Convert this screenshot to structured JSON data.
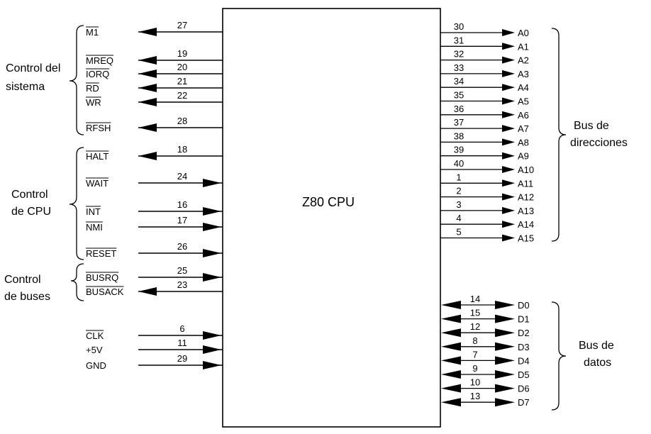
{
  "cpu_label": "Z80 CPU",
  "groups": {
    "system": [
      "Control del",
      "sistema"
    ],
    "cpu": [
      "Control",
      "de CPU"
    ],
    "buses": [
      "Control",
      "de buses"
    ],
    "address": [
      "Bus de",
      "direcciones"
    ],
    "data": [
      "Bus de",
      "datos"
    ]
  },
  "left_signals": [
    {
      "name": "M1",
      "pin": "27",
      "dir": "out",
      "overline": true
    },
    {
      "name": "MREQ",
      "pin": "19",
      "dir": "out",
      "overline": true
    },
    {
      "name": "IORQ",
      "pin": "20",
      "dir": "out",
      "overline": true
    },
    {
      "name": "RD",
      "pin": "21",
      "dir": "out",
      "overline": true
    },
    {
      "name": "WR",
      "pin": "22",
      "dir": "out",
      "overline": true
    },
    {
      "name": "RFSH",
      "pin": "28",
      "dir": "out",
      "overline": true
    },
    {
      "name": "HALT",
      "pin": "18",
      "dir": "out",
      "overline": true
    },
    {
      "name": "WAIT",
      "pin": "24",
      "dir": "in",
      "overline": true
    },
    {
      "name": "INT",
      "pin": "16",
      "dir": "in",
      "overline": true
    },
    {
      "name": "NMI",
      "pin": "17",
      "dir": "in",
      "overline": true
    },
    {
      "name": "RESET",
      "pin": "26",
      "dir": "in",
      "overline": true
    },
    {
      "name": "BUSRQ",
      "pin": "25",
      "dir": "in",
      "overline": true
    },
    {
      "name": "BUSACK",
      "pin": "23",
      "dir": "out",
      "overline": true
    },
    {
      "name": "CLK",
      "pin": "6",
      "dir": "in",
      "overline": true
    },
    {
      "name": "+5V",
      "pin": "11",
      "dir": "in",
      "overline": false
    },
    {
      "name": "GND",
      "pin": "29",
      "dir": "in",
      "overline": false
    }
  ],
  "address_bus": [
    {
      "name": "A0",
      "pin": "30"
    },
    {
      "name": "A1",
      "pin": "31"
    },
    {
      "name": "A2",
      "pin": "32"
    },
    {
      "name": "A3",
      "pin": "33"
    },
    {
      "name": "A4",
      "pin": "34"
    },
    {
      "name": "A5",
      "pin": "35"
    },
    {
      "name": "A6",
      "pin": "36"
    },
    {
      "name": "A7",
      "pin": "37"
    },
    {
      "name": "A8",
      "pin": "38"
    },
    {
      "name": "A9",
      "pin": "39"
    },
    {
      "name": "A10",
      "pin": "40"
    },
    {
      "name": "A11",
      "pin": "1"
    },
    {
      "name": "A12",
      "pin": "2"
    },
    {
      "name": "A13",
      "pin": "3"
    },
    {
      "name": "A14",
      "pin": "4"
    },
    {
      "name": "A15",
      "pin": "5"
    }
  ],
  "data_bus": [
    {
      "name": "D0",
      "pin": "14"
    },
    {
      "name": "D1",
      "pin": "15"
    },
    {
      "name": "D2",
      "pin": "12"
    },
    {
      "name": "D3",
      "pin": "8"
    },
    {
      "name": "D4",
      "pin": "7"
    },
    {
      "name": "D5",
      "pin": "9"
    },
    {
      "name": "D6",
      "pin": "10"
    },
    {
      "name": "D7",
      "pin": "13"
    }
  ]
}
